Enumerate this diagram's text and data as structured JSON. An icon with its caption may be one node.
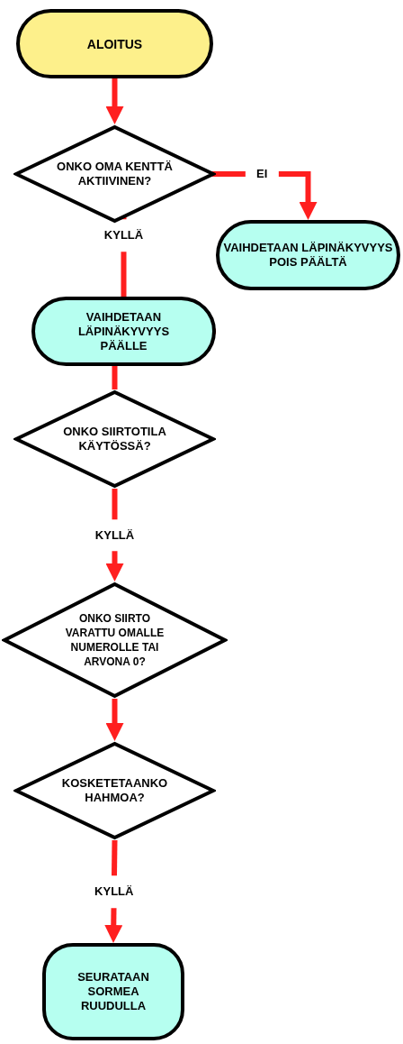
{
  "diagram": {
    "nodes": [
      {
        "text": [
          "ALOITUS"
        ]
      },
      {
        "text": [
          "ONKO OMA KENTTÄ AKTIIVINEN?"
        ]
      },
      {
        "text": [
          "VAIHDETAAN LÄPINÄKYVYYS POIS PÄÄLTÄ"
        ]
      },
      {
        "text": [
          "VAIHDETAAN LÄPINÄKYVYYS PÄÄLLE"
        ]
      },
      {
        "text": [
          "ONKO SIIRTOTILA KÄYTÖSSÄ?"
        ]
      },
      {
        "text": [
          "ONKO SIIRTO VARATTU OMALLE NUMEROLLE TAI ARVONA 0?"
        ]
      },
      {
        "text": [
          "KOSKETETAANKO HAHMOA?"
        ]
      },
      {
        "text": [
          "SEURATAAN SORMEA RUUDULLA"
        ]
      }
    ],
    "edges": [
      {
        "from": 0,
        "to": 1,
        "arrow": "to"
      },
      {
        "from": 1,
        "to": 2,
        "arrow": "to",
        "label": "EI"
      },
      {
        "from": 1,
        "to": 3,
        "arrow": "none",
        "label": "KYLLÄ"
      },
      {
        "from": 3,
        "to": 4,
        "arrow": "none"
      },
      {
        "from": 4,
        "to": 5,
        "arrow": "to",
        "label": "KYLLÄ"
      },
      {
        "from": 5,
        "to": 6,
        "arrow": "to"
      },
      {
        "from": 6,
        "to": 7,
        "arrow": "to",
        "label": "KYLLÄ"
      }
    ]
  }
}
